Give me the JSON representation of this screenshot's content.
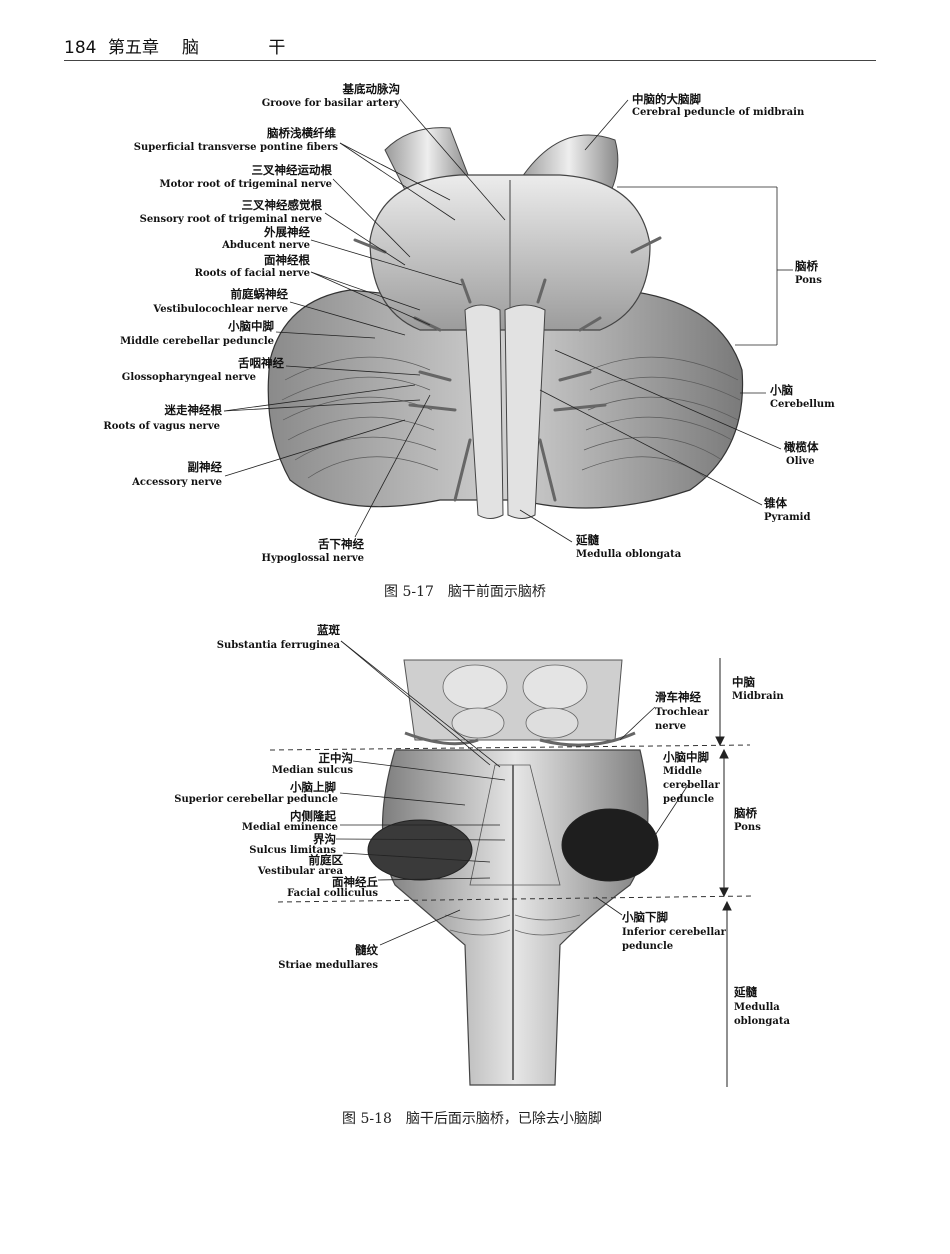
{
  "header": {
    "page_number": "184",
    "chapter": "第五章",
    "chapter_title": "脑 干"
  },
  "fig17": {
    "caption": "图 5-17　脑干前面示脑桥",
    "labels": {
      "groove_zh": "基底动脉沟",
      "groove_en": "Groove for basilar artery",
      "peduncle_zh": "中脑的大脑脚",
      "peduncle_en": "Cerebral peduncle of midbrain",
      "transverse_zh": "脑桥浅横纤维",
      "transverse_en": "Superficial transverse pontine fibers",
      "motor_zh": "三叉神经运动根",
      "motor_en": "Motor root of trigeminal nerve",
      "sensory_zh": "三叉神经感觉根",
      "sensory_en": "Sensory root of trigeminal nerve",
      "abducent_zh": "外展神经",
      "abducent_en": "Abducent nerve",
      "facial_zh": "面神经根",
      "facial_en": "Roots of facial nerve",
      "vestib_zh": "前庭蜗神经",
      "vestib_en": "Vestibulocochlear nerve",
      "mcp_zh": "小脑中脚",
      "mcp_en": "Middle cerebellar peduncle",
      "glosso_zh": "舌咽神经",
      "glosso_en": "Glossopharyngeal nerve",
      "vagus_zh": "迷走神经根",
      "vagus_en": "Roots of vagus nerve",
      "accessory_zh": "副神经",
      "accessory_en": "Accessory nerve",
      "hypo_zh": "舌下神经",
      "hypo_en": "Hypoglossal nerve",
      "pons_zh": "脑桥",
      "pons_en": "Pons",
      "cerebellum_zh": "小脑",
      "cerebellum_en": "Cerebellum",
      "olive_zh": "橄榄体",
      "olive_en": "Olive",
      "pyramid_zh": "锥体",
      "pyramid_en": "Pyramid",
      "medulla_zh": "延髓",
      "medulla_en": "Medulla oblongata"
    }
  },
  "fig18": {
    "caption": "图 5-18　脑干后面示脑桥，已除去小脑脚",
    "labels": {
      "ferrug_zh": "蓝斑",
      "ferrug_en": "Substantia ferruginea",
      "median_zh": "正中沟",
      "median_en": "Median sulcus",
      "scp_zh": "小脑上脚",
      "scp_en": "Superior cerebellar peduncle",
      "medial_zh": "内侧隆起",
      "medial_en": "Medial eminence",
      "limitans_zh": "界沟",
      "limitans_en": "Sulcus limitans",
      "vestarea_zh": "前庭区",
      "vestarea_en": "Vestibular area",
      "colliculus_zh": "面神经丘",
      "colliculus_en": "Facial colliculus",
      "striae_zh": "髓纹",
      "striae_en": "Striae medullares",
      "trochlear_zh": "滑车神经",
      "trochlear_en_1": "Trochlear",
      "trochlear_en_2": "nerve",
      "mcp_zh": "小脑中脚",
      "mcp_en_1": "Middle",
      "mcp_en_2": "cerebellar",
      "mcp_en_3": "peduncle",
      "icp_zh": "小脑下脚",
      "icp_en_1": "Inferior cerebellar",
      "icp_en_2": "peduncle",
      "midbrain_zh": "中脑",
      "midbrain_en": "Midbrain",
      "pons_zh": "脑桥",
      "pons_en": "Pons",
      "medulla_zh": "延髓",
      "medulla_en_1": "Medulla",
      "medulla_en_2": "oblongata"
    }
  },
  "colors": {
    "ink": "#111111",
    "tissue_light": "#d9d9d9",
    "tissue_mid": "#9a9a9a",
    "tissue_dark": "#3a3a3a"
  }
}
